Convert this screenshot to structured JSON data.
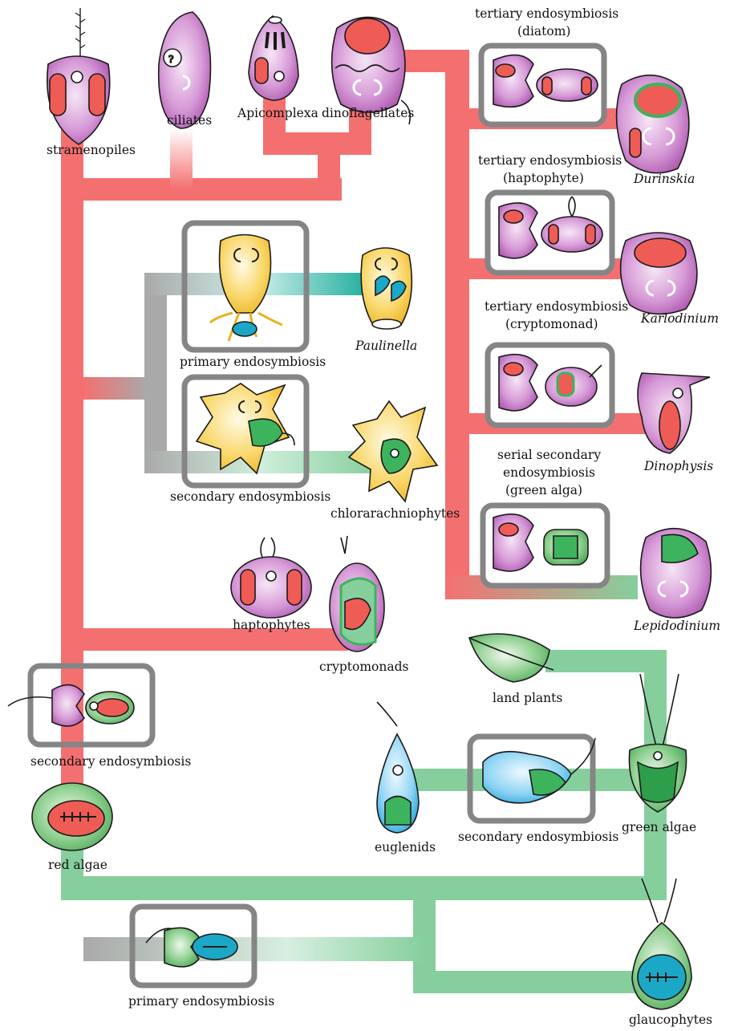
{
  "colors": {
    "red_branch": "#f47070",
    "green_branch": "#86cf9d",
    "gray_branch": "#a9a9a9",
    "teal_branch": "#1fae9c",
    "box_border": "#858585",
    "purple_cell": "#b45bb4",
    "yellow_cell": "#f5c73d",
    "blue_cell": "#39b3e6",
    "green_cell": "#3db35e",
    "red_plastid": "#ef5c55",
    "teal_plastid": "#1ba8c6"
  },
  "labels": {
    "stramenopiles": "stramenopiles",
    "ciliates": "ciliates",
    "apicomplexa": "Apicomplexa",
    "dinoflagellates": "dinoflagellates",
    "tertiary_diatom_l1": "tertiary endosymbiosis",
    "tertiary_diatom_l2": "(diatom)",
    "durinskia": "Durinskia",
    "tertiary_hapto_l1": "tertiary endosymbiosis",
    "tertiary_hapto_l2": "(haptophyte)",
    "karlodinium": "Karlodinium",
    "tertiary_crypto_l1": "tertiary endosymbiosis",
    "tertiary_crypto_l2": "(cryptomonad)",
    "dinophysis": "Dinophysis",
    "serial_l1": "serial secondary",
    "serial_l2": "endosymbiosis",
    "serial_l3": "(green alga)",
    "lepidodinium": "Lepidodinium",
    "primary_endo_paulinella": "primary endosymbiosis",
    "paulinella": "Paulinella",
    "secondary_endo_chlorarachnio": "secondary endosymbiosis",
    "chlorarachniophytes": "chlorarachniophytes",
    "haptophytes": "haptophytes",
    "cryptomonads": "cryptomonads",
    "secondary_endo_red": "secondary endosymbiosis",
    "red_algae": "red algae",
    "land_plants": "land plants",
    "euglenids": "euglenids",
    "secondary_endo_euglenid": "secondary endosymbiosis",
    "green_algae": "green algae",
    "glaucophytes": "glaucophytes",
    "primary_endo_main": "primary endosymbiosis"
  }
}
